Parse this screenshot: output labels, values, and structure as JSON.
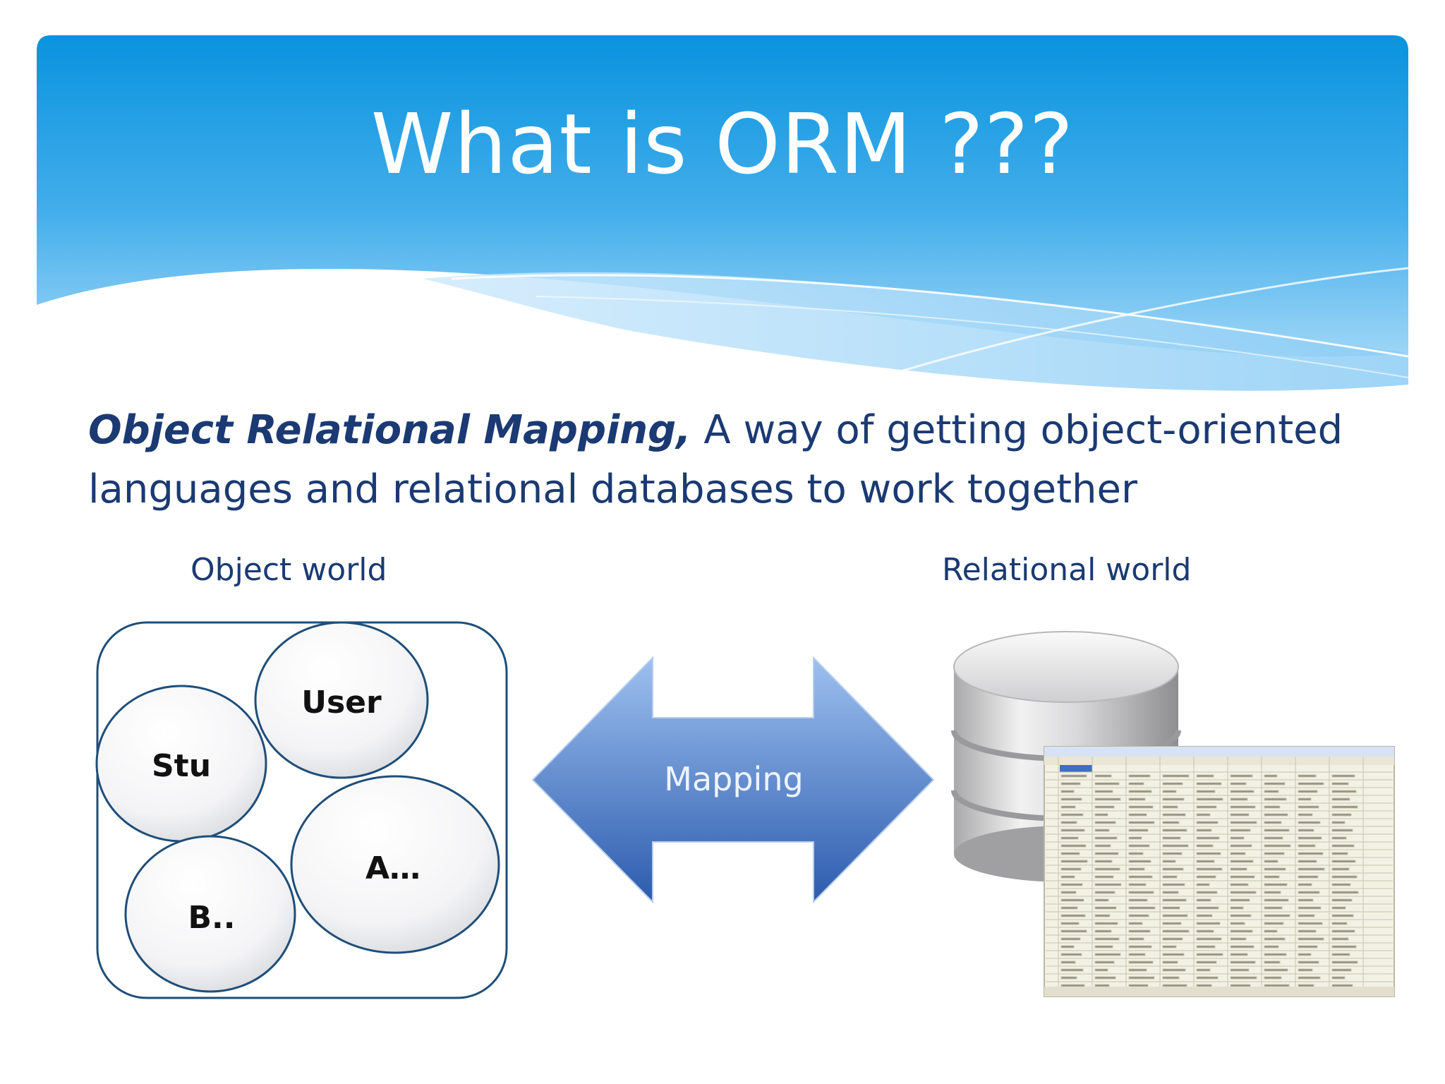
{
  "slide": {
    "title": "What is ORM ???",
    "definition_term": "Object Relational Mapping,",
    "definition_rest": " A way of getting object-oriented languages and relational databases to work together",
    "left_label": "Object world",
    "right_label": "Relational world",
    "objects": [
      "User",
      "Stu",
      "A…",
      "B.."
    ],
    "mapping_label": "Mapping"
  },
  "colors": {
    "header_top": "#0a8fdb",
    "header_bottom": "#7cc7f5",
    "text_dark": "#1b3a73",
    "arrow_light": "#8fb5ea",
    "arrow_dark": "#2f5fb3",
    "frame": "#1f4e79"
  }
}
